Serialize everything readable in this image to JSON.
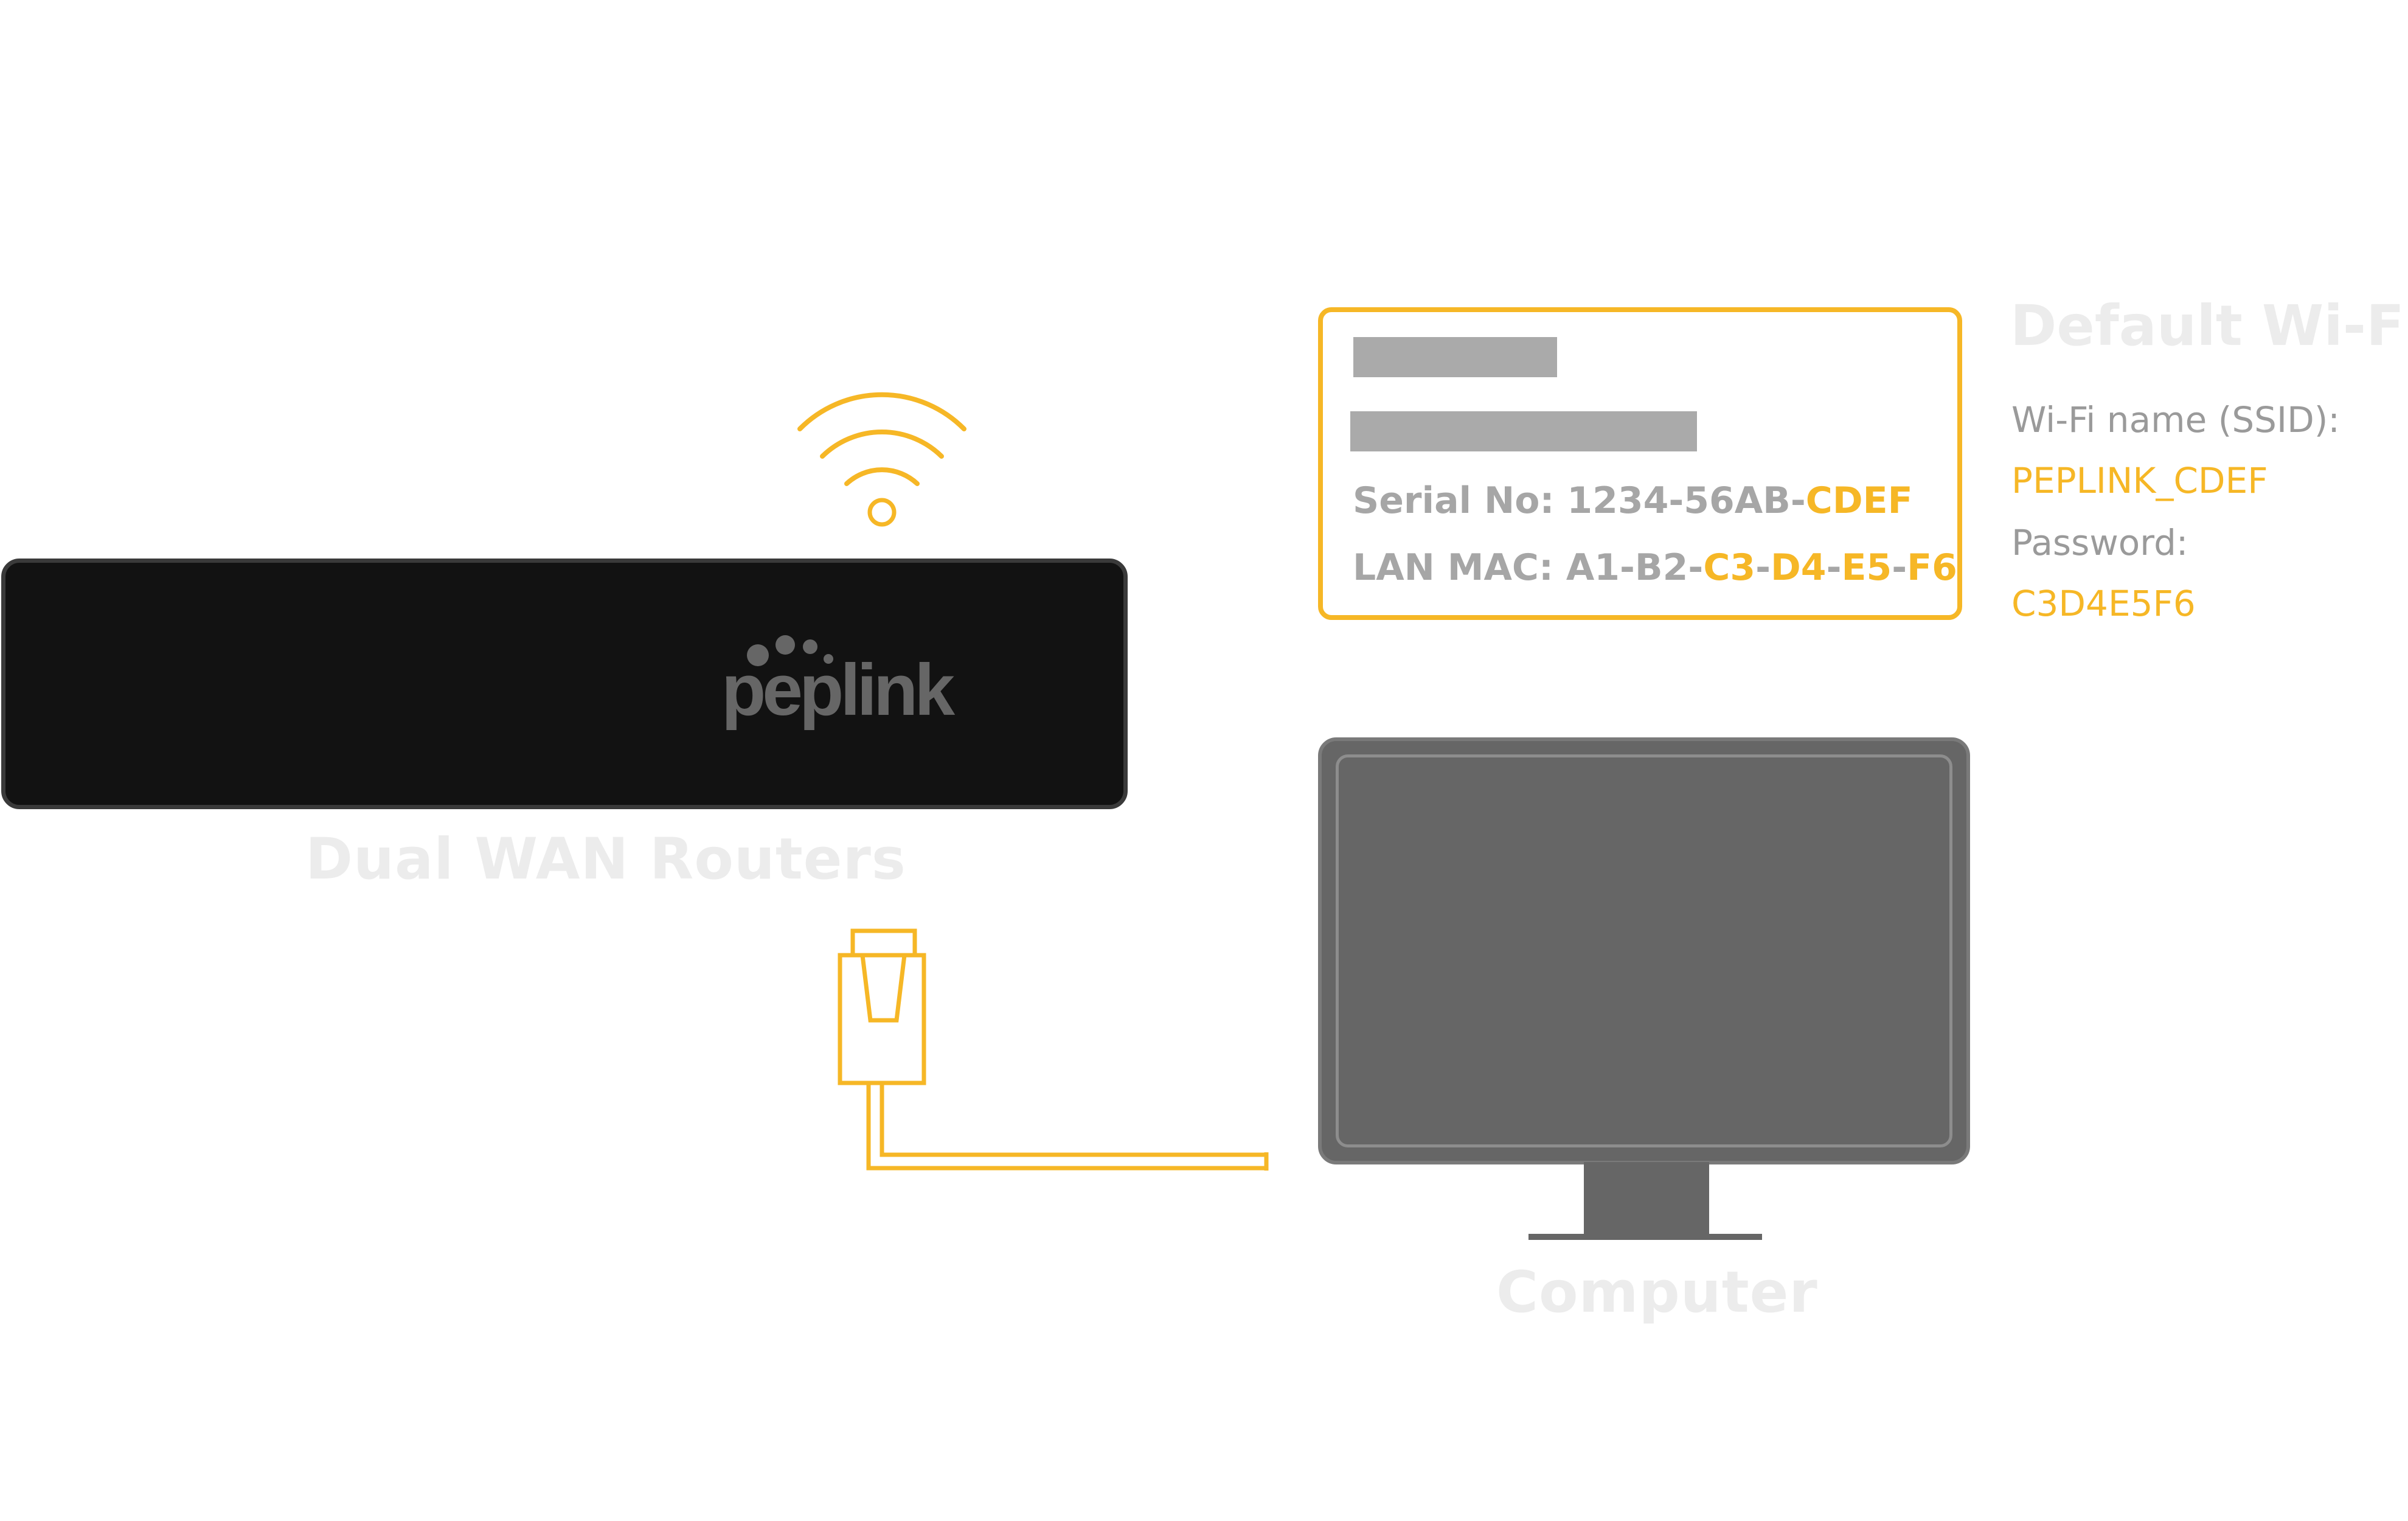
{
  "router": {
    "brand": "peplink",
    "caption": "Dual WAN Routers"
  },
  "label_card": {
    "serial_prefix": "Serial No: 1234-56AB-",
    "serial_highlight": "CDEF",
    "mac_prefix": "LAN MAC: A1-B2-",
    "mac_parts": [
      "C3",
      "-",
      "D4",
      "-",
      "E5",
      "-",
      "F6"
    ]
  },
  "default_wifi": {
    "title": "Default Wi-Fi:",
    "ssid_label": "Wi-Fi name (SSID):",
    "ssid_value": "PEPLINK_CDEF",
    "password_label": "Password:",
    "password_value": "C3D4E5F6"
  },
  "computer": {
    "caption": "Computer"
  },
  "icons": [
    "wifi-signal-icon",
    "peplink-logo",
    "ethernet-plug-icon",
    "monitor-icon"
  ],
  "colors": {
    "accent": "#f6b726",
    "router_body": "#121212",
    "monitor": "#666666",
    "label_gray": "#a6a6a6",
    "caption_gray": "#ececec"
  }
}
